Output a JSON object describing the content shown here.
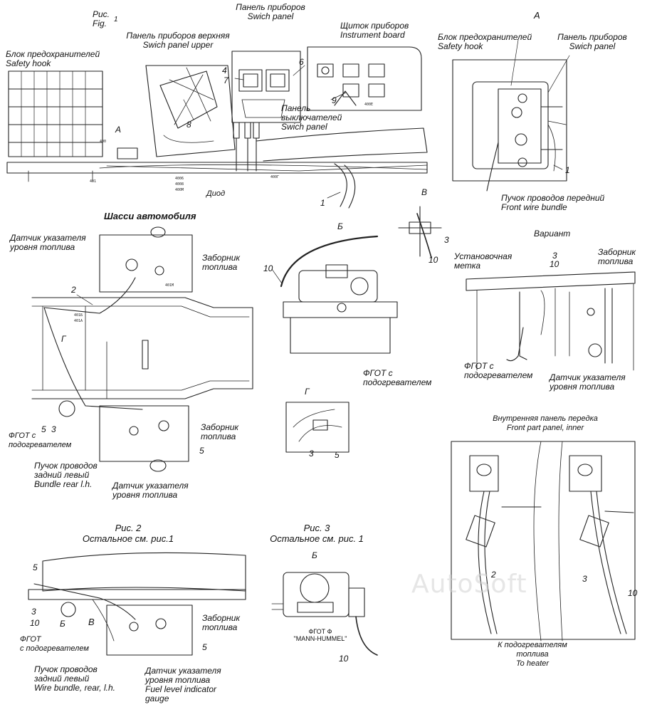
{
  "top_labels": {
    "fig1_ru": "Рис.",
    "fig1_num": "1",
    "fig1_en": "Fig.",
    "panel_ru": "Панель приборов",
    "panel_en": "Swich panel",
    "shchitok_ru": "Щиток приборов",
    "shchitok_en": "Instrument board",
    "panel_upper_ru": "Панель приборов верхняя",
    "panel_upper_en": "Swich panel upper",
    "fuse_ru": "Блок предохранителей",
    "fuse_en": "Safety hook",
    "switch_panel_ru1": "Панель",
    "switch_panel_ru2": "выключателей",
    "switch_panel_en": "Swich panel",
    "diod": "Диод",
    "view_a": "A",
    "arrow_a": "A"
  },
  "view_a_labels": {
    "title": "A",
    "fuse_ru": "Блок предохранителей",
    "fuse_en": "Safety hook",
    "panel_ru": "Панель приборов",
    "panel_en": "Swich panel",
    "front_ru": "Пучок проводов передний",
    "front_en": "Front wire bundle"
  },
  "chassis_labels": {
    "title": "Шасси автомобиля",
    "sensor_top_ru1": "Датчик указателя",
    "sensor_top_ru2": "уровня топлива",
    "intake_top_ru1": "Заборник",
    "intake_top_ru2": "топлива",
    "intake_bot_ru1": "Заборник",
    "intake_bot_ru2": "топлива",
    "fgot_ru1": "ФГОТ с",
    "fgot_ru2": "подогревателем",
    "bundle_ru1": "Пучок проводов",
    "bundle_ru2": "задний левый",
    "bundle_en": "Bundle rear l.h.",
    "sensor_bot_ru1": "Датчик указателя",
    "sensor_bot_ru2": "уровня топлива",
    "g": "Г"
  },
  "view_b_labels": {
    "title": "Б",
    "fgot_ru1": "ФГОТ с",
    "fgot_ru2": "подогревателем"
  },
  "view_v_labels": {
    "title": "В",
    "mark_ru1": "Установочная",
    "mark_ru2": "метка"
  },
  "variant_labels": {
    "title": "Вариант",
    "intake_ru1": "Заборник",
    "intake_ru2": "топлива",
    "fgot_ru1": "ФГОТ с",
    "fgot_ru2": "подогревателем",
    "sensor_ru1": "Датчик указателя",
    "sensor_ru2": "уровня топлива"
  },
  "view_g_labels": {
    "title": "Г"
  },
  "front_panel_labels": {
    "title_ru": "Внутренняя панель передка",
    "title_en": "Front part panel, inner",
    "heater_ru1": "К подогревателям",
    "heater_ru2": "топлива",
    "heater_en": "To heater"
  },
  "fig2_labels": {
    "title": "Рис. 2",
    "sub": "Остальное см. рис.1",
    "intake_ru1": "Заборник",
    "intake_ru2": "топлива",
    "fgot_ru1": "ФГОТ",
    "fgot_ru2": "с подогревателем",
    "bundle_ru1": "Пучок проводов",
    "bundle_ru2": "задний левый",
    "bundle_en": "Wire bundle, rear, l.h.",
    "sensor_ru1": "Датчик указателя",
    "sensor_ru2": "уровня топлива",
    "sensor_en1": "Fuel level indicator",
    "sensor_en2": "gauge",
    "b": "Б",
    "v": "В"
  },
  "fig3_labels": {
    "title": "Рис. 3",
    "sub": "Остальное см. рис. 1",
    "b": "Б",
    "fgot_ru": "ФГОТ Ф",
    "fgot_brand": "\"MANN-HUMMEL\""
  },
  "numbers": {
    "n1": "1",
    "n2": "2",
    "n3": "3",
    "n4": "4",
    "n5": "5",
    "n6": "6",
    "n7": "7",
    "n8": "8",
    "n9": "9",
    "n10": "10"
  },
  "wire_tags": {
    "t400": "400",
    "t401": "401",
    "t4006": "4006",
    "t4008": "4008",
    "t400m": "400М",
    "t400g": "400Г",
    "t400e": "400Е",
    "t401b": "401Б",
    "t401a": "401А",
    "t401m": "401М"
  },
  "watermark": "AutoSoft"
}
